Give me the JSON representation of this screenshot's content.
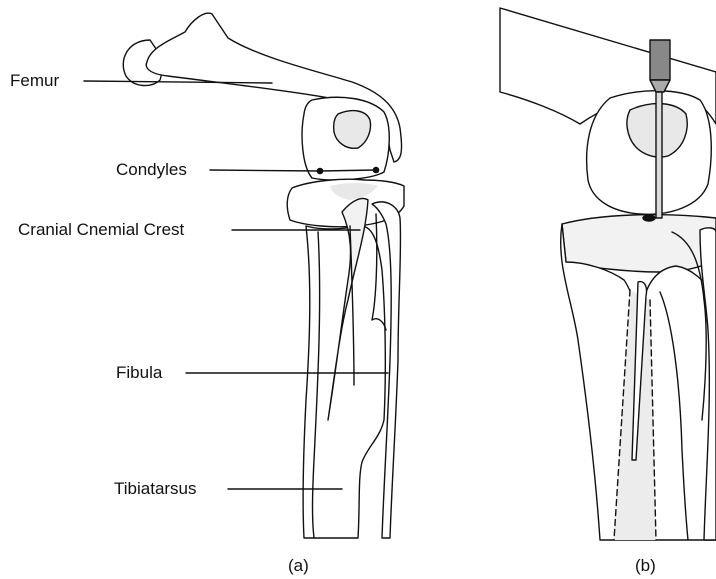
{
  "labels": {
    "femur": "Femur",
    "condyles": "Condyles",
    "crest": "Cranial Cnemial Crest",
    "fibula": "Fibula",
    "tibiotarsus": "Tibiatarsus"
  },
  "panels": {
    "a": "(a)",
    "b": "(b)"
  }
}
